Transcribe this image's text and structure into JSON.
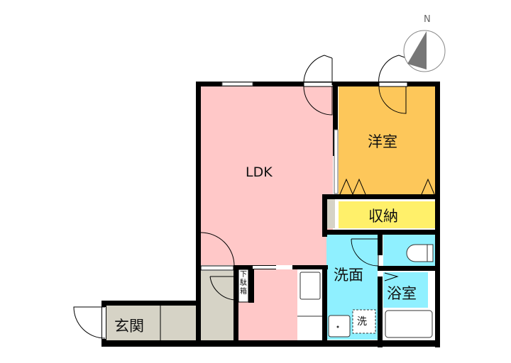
{
  "floorplan": {
    "compass": {
      "label": "N"
    },
    "rooms": {
      "ldk": {
        "label": "LDK",
        "color": "#ffc8c8"
      },
      "western_room": {
        "label": "洋室",
        "color": "#fdc75a"
      },
      "storage": {
        "label": "収納",
        "color": "#fff06a"
      },
      "washroom": {
        "label": "洗面",
        "color": "#8ff0ff"
      },
      "bathroom": {
        "label": "浴室",
        "color": "#8ff0ff"
      },
      "toilet": {
        "label": "",
        "color": "#8ff0ff"
      },
      "entrance": {
        "label": "玄関",
        "color": "#d6d3c6"
      },
      "shoe_box": {
        "label": "下駄箱"
      },
      "washer_space": {
        "label": "洗"
      }
    }
  }
}
